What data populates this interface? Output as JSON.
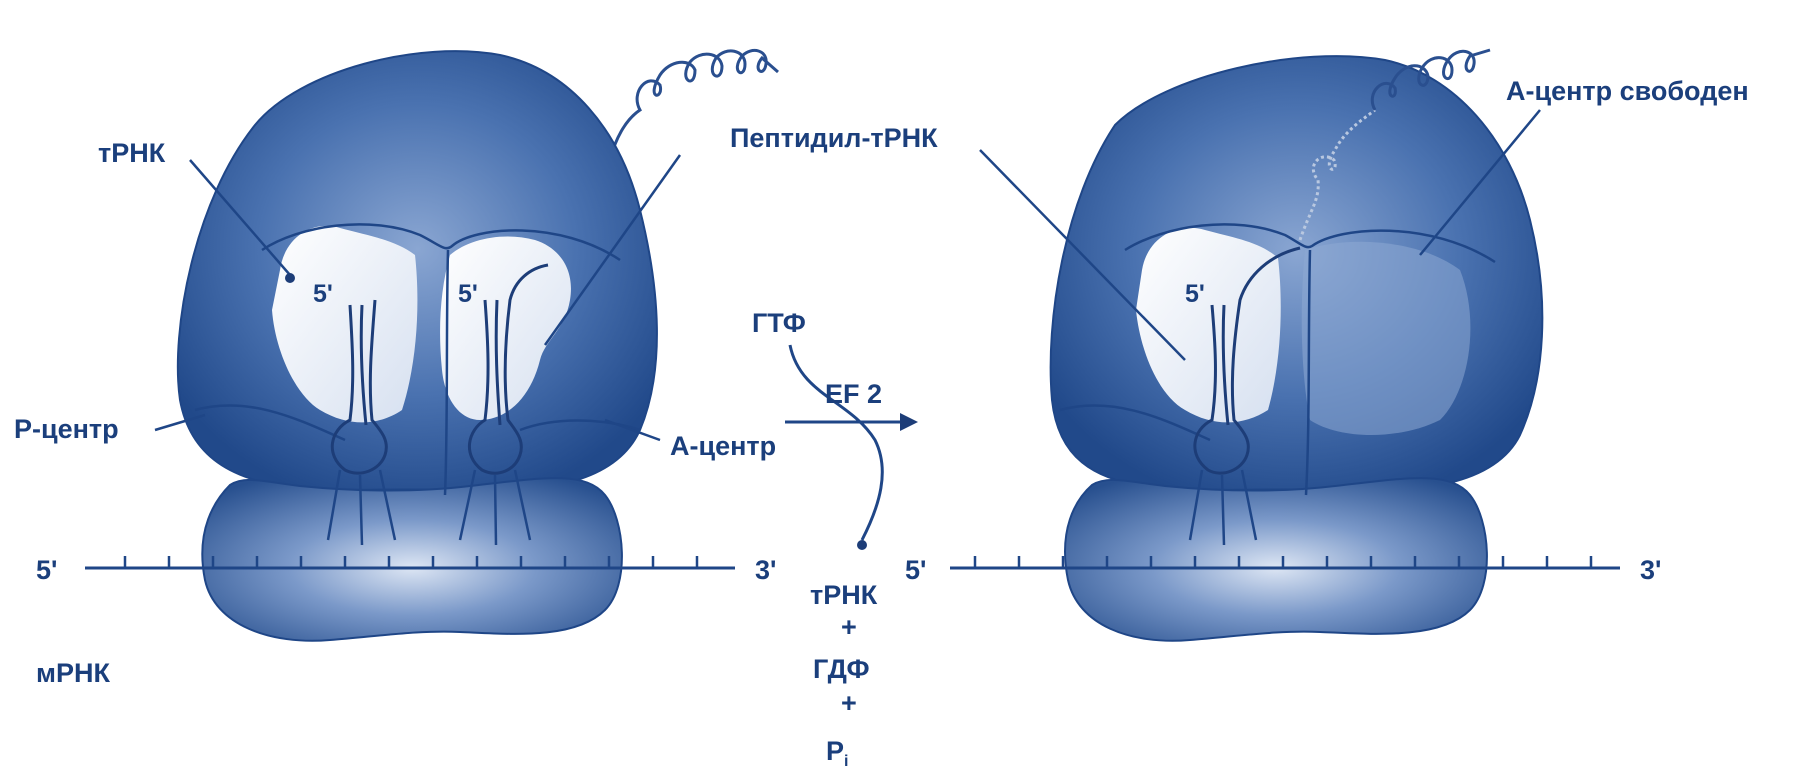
{
  "left_panel": {
    "label_trna": "тРНК",
    "label_peptidyl_trna": "Пептидил-тРНК",
    "label_p_site": "Р-центр",
    "label_a_site": "А-центр",
    "label_5prime_p": "5'",
    "label_5prime_a": "5'",
    "mrna_5prime": "5'",
    "mrna_3prime": "3'",
    "label_mrna": "мРНК"
  },
  "reaction": {
    "gtp": "ГТФ",
    "factor": "EF 2",
    "product_trna": "тРНК",
    "plus_1": "+",
    "product_gdp": "ГДФ",
    "plus_2": "+",
    "product_pi_main": "P",
    "product_pi_sub": "i"
  },
  "right_panel": {
    "label_a_site_free": "А-центр свободен",
    "label_5prime": "5'",
    "mrna_5prime": "5'",
    "mrna_3prime": "3'"
  },
  "colors": {
    "ribosome_dark": "#26508f",
    "ribosome_mid": "#5a80ba",
    "ribosome_light": "#dfe7f3",
    "ink": "#1b3f7c",
    "background": "#ffffff"
  }
}
